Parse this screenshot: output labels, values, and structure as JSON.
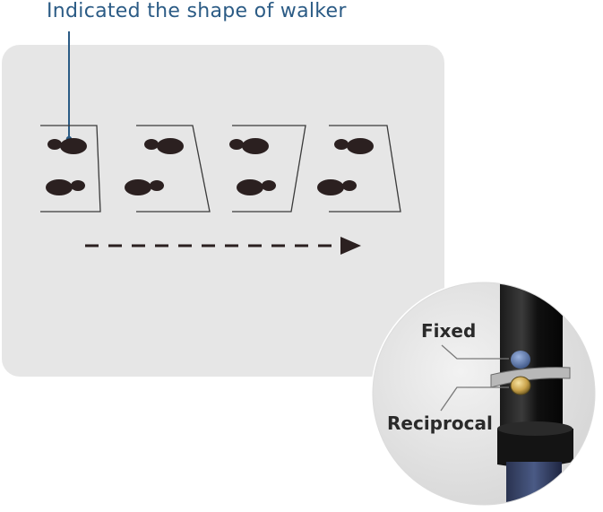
{
  "headline": "Indicated the shape of walker",
  "callouts": {
    "fixed": "Fixed",
    "reciprocal": "Reciprocal"
  },
  "colors": {
    "headline": "#2b5b85",
    "panel": "#e6e6e6",
    "footprint": "#2b2020",
    "frame_outline": "#3a3a3a",
    "callout_line": "#7a7a7a"
  },
  "icons": {
    "footprint": "footprint-icon",
    "arrow": "dashed-arrow-right"
  }
}
